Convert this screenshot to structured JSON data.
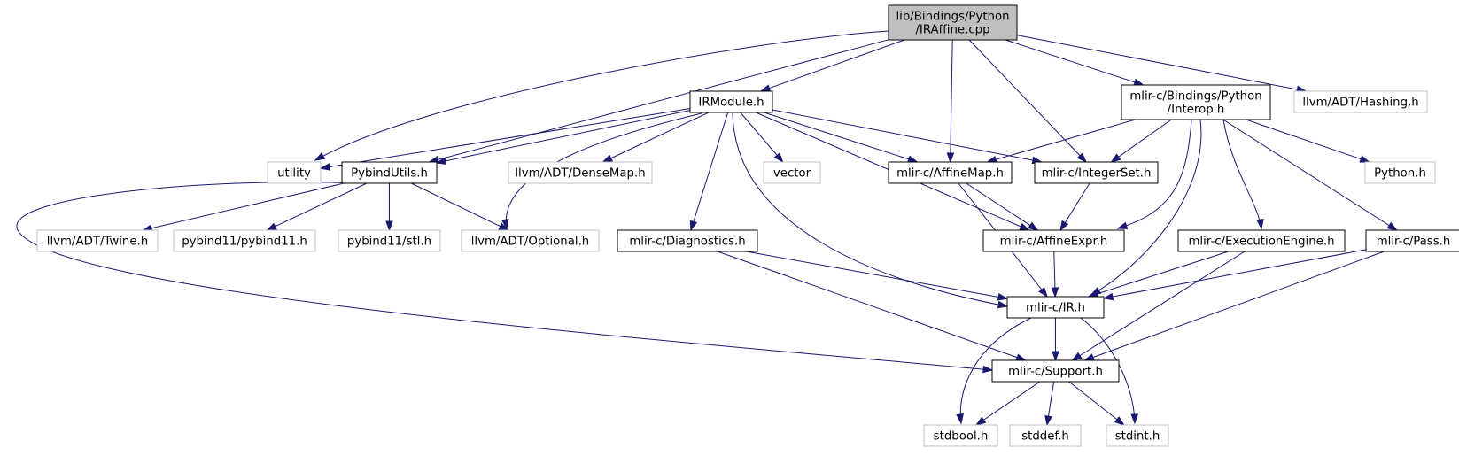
{
  "colors": {
    "edge": "#191970",
    "root_fill": "#bfbfbf",
    "root_stroke": "#000000",
    "internal_stroke": "#000000",
    "external_stroke": "#bfbfbf",
    "node_fill": "#ffffff",
    "text": "#000000"
  },
  "nodes": [
    {
      "id": "root",
      "type": "root",
      "lines": [
        "lib/Bindings/Python",
        "/IRAffine.cpp"
      ]
    },
    {
      "id": "irmodule",
      "type": "internal",
      "lines": [
        "IRModule.h"
      ]
    },
    {
      "id": "interop",
      "type": "internal",
      "lines": [
        "mlir-c/Bindings/Python",
        "/Interop.h"
      ]
    },
    {
      "id": "hashing",
      "type": "external",
      "lines": [
        "llvm/ADT/Hashing.h"
      ]
    },
    {
      "id": "utility",
      "type": "external",
      "lines": [
        "utility"
      ]
    },
    {
      "id": "pybindutils",
      "type": "internal",
      "lines": [
        "PybindUtils.h"
      ]
    },
    {
      "id": "densemap",
      "type": "external",
      "lines": [
        "llvm/ADT/DenseMap.h"
      ]
    },
    {
      "id": "vector",
      "type": "external",
      "lines": [
        "vector"
      ]
    },
    {
      "id": "affinemap",
      "type": "internal",
      "lines": [
        "mlir-c/AffineMap.h"
      ]
    },
    {
      "id": "integerset",
      "type": "internal",
      "lines": [
        "mlir-c/IntegerSet.h"
      ]
    },
    {
      "id": "python",
      "type": "external",
      "lines": [
        "Python.h"
      ]
    },
    {
      "id": "twine",
      "type": "external",
      "lines": [
        "llvm/ADT/Twine.h"
      ]
    },
    {
      "id": "pybind11",
      "type": "external",
      "lines": [
        "pybind11/pybind11.h"
      ]
    },
    {
      "id": "stl",
      "type": "external",
      "lines": [
        "pybind11/stl.h"
      ]
    },
    {
      "id": "optional",
      "type": "external",
      "lines": [
        "llvm/ADT/Optional.h"
      ]
    },
    {
      "id": "diagnostics",
      "type": "internal",
      "lines": [
        "mlir-c/Diagnostics.h"
      ]
    },
    {
      "id": "affineexpr",
      "type": "internal",
      "lines": [
        "mlir-c/AffineExpr.h"
      ]
    },
    {
      "id": "execengine",
      "type": "internal",
      "lines": [
        "mlir-c/ExecutionEngine.h"
      ]
    },
    {
      "id": "pass",
      "type": "internal",
      "lines": [
        "mlir-c/Pass.h"
      ]
    },
    {
      "id": "ir",
      "type": "internal",
      "lines": [
        "mlir-c/IR.h"
      ]
    },
    {
      "id": "support",
      "type": "internal",
      "lines": [
        "mlir-c/Support.h"
      ]
    },
    {
      "id": "stdbool",
      "type": "external",
      "lines": [
        "stdbool.h"
      ]
    },
    {
      "id": "stddef",
      "type": "external",
      "lines": [
        "stddef.h"
      ]
    },
    {
      "id": "stdint",
      "type": "external",
      "lines": [
        "stdint.h"
      ]
    }
  ],
  "edges": [
    [
      "root",
      "irmodule"
    ],
    [
      "root",
      "interop"
    ],
    [
      "root",
      "hashing"
    ],
    [
      "root",
      "utility"
    ],
    [
      "root",
      "pybindutils"
    ],
    [
      "root",
      "affinemap"
    ],
    [
      "root",
      "integerset"
    ],
    [
      "irmodule",
      "utility"
    ],
    [
      "irmodule",
      "pybindutils"
    ],
    [
      "irmodule",
      "densemap"
    ],
    [
      "irmodule",
      "optional"
    ],
    [
      "irmodule",
      "vector"
    ],
    [
      "irmodule",
      "affinemap"
    ],
    [
      "irmodule",
      "integerset"
    ],
    [
      "irmodule",
      "diagnostics"
    ],
    [
      "irmodule",
      "affineexpr"
    ],
    [
      "irmodule",
      "ir"
    ],
    [
      "interop",
      "affinemap"
    ],
    [
      "interop",
      "integerset"
    ],
    [
      "interop",
      "affineexpr"
    ],
    [
      "interop",
      "ir"
    ],
    [
      "interop",
      "python"
    ],
    [
      "interop",
      "execengine"
    ],
    [
      "interop",
      "pass"
    ],
    [
      "pybindutils",
      "twine"
    ],
    [
      "pybindutils",
      "pybind11"
    ],
    [
      "pybindutils",
      "stl"
    ],
    [
      "pybindutils",
      "optional"
    ],
    [
      "pybindutils",
      "support"
    ],
    [
      "affinemap",
      "affineexpr"
    ],
    [
      "affinemap",
      "ir"
    ],
    [
      "integerset",
      "affineexpr"
    ],
    [
      "affineexpr",
      "ir"
    ],
    [
      "diagnostics",
      "ir"
    ],
    [
      "diagnostics",
      "support"
    ],
    [
      "execengine",
      "ir"
    ],
    [
      "execengine",
      "support"
    ],
    [
      "pass",
      "ir"
    ],
    [
      "pass",
      "support"
    ],
    [
      "ir",
      "support"
    ],
    [
      "ir",
      "stdbool"
    ],
    [
      "ir",
      "stdint"
    ],
    [
      "support",
      "stdbool"
    ],
    [
      "support",
      "stddef"
    ],
    [
      "support",
      "stdint"
    ]
  ]
}
